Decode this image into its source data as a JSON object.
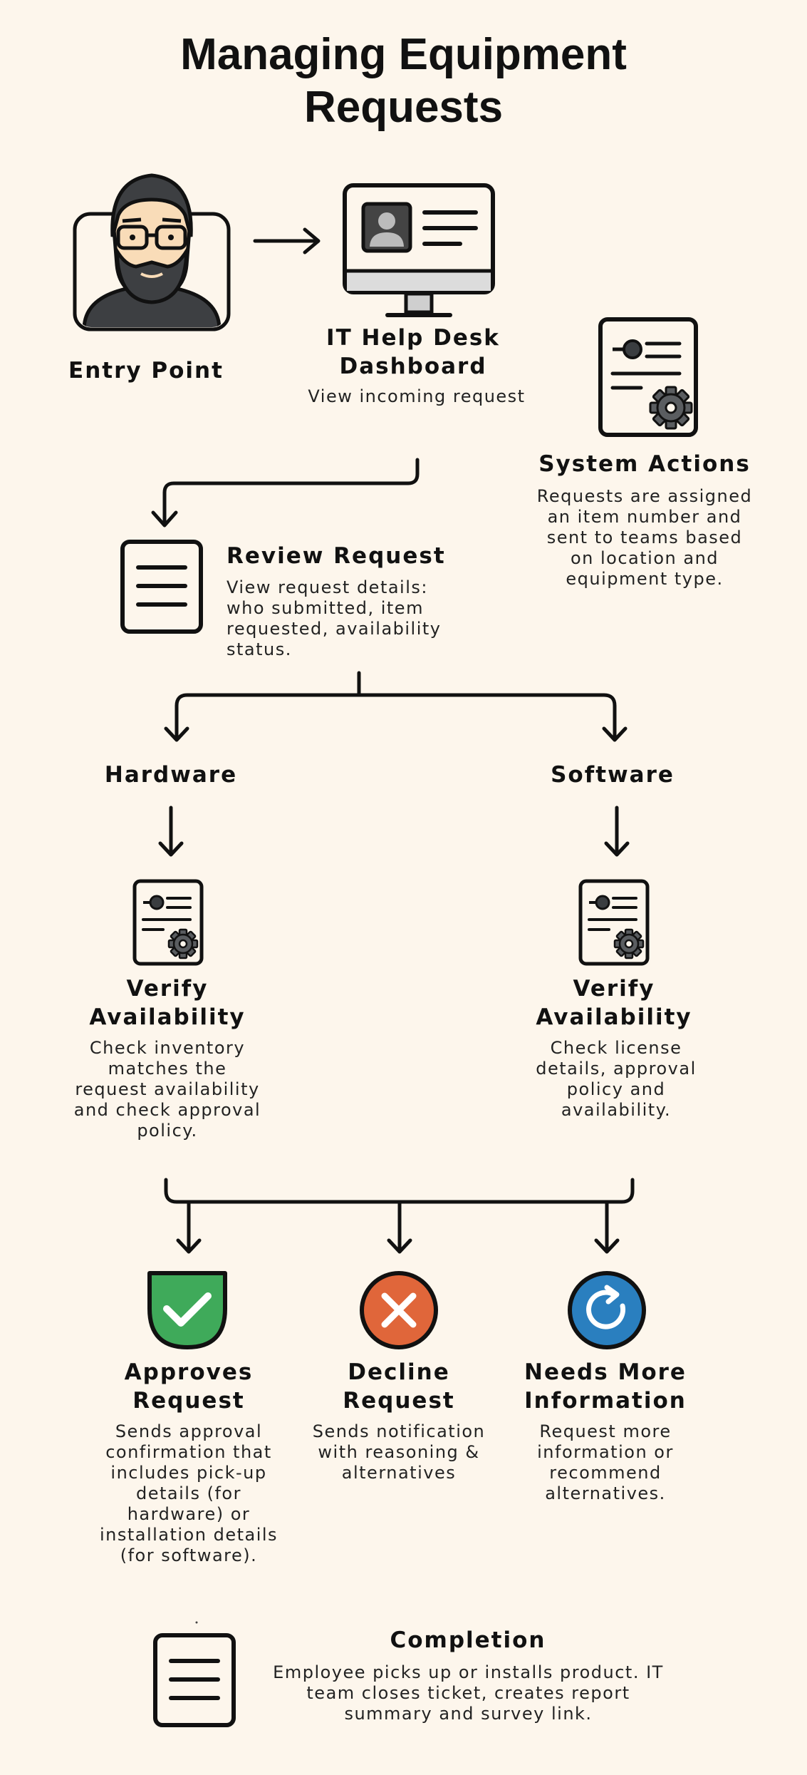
{
  "title": [
    "Managing Equipment",
    "Requests"
  ],
  "entry": {
    "label": "Entry Point"
  },
  "dashboard": {
    "title": [
      "IT Help Desk",
      "Dashboard"
    ],
    "desc": "View incoming request"
  },
  "system": {
    "title": "System Actions",
    "desc": [
      "Requests are assigned",
      "an item number and",
      "sent to teams based",
      "on location and",
      "equipment type."
    ]
  },
  "review": {
    "title": "Review Request",
    "desc": [
      "View request details:",
      "who submitted, item",
      "requested, availability",
      "status."
    ]
  },
  "hardware": {
    "label": "Hardware",
    "title": [
      "Verify",
      "Availability"
    ],
    "desc": [
      "Check inventory",
      "matches the",
      "request availability",
      "and check approval",
      "policy."
    ]
  },
  "software": {
    "label": "Software",
    "title": [
      "Verify",
      "Availability"
    ],
    "desc": [
      "Check license",
      "details, approval",
      "policy and",
      "availability."
    ]
  },
  "approve": {
    "title": [
      "Approves",
      "Request"
    ],
    "desc": [
      "Sends approval",
      "confirmation that",
      "includes pick-up",
      "details (for",
      "hardware) or",
      "installation details",
      "(for software)."
    ],
    "color": "#3faa5a"
  },
  "decline": {
    "title": [
      "Decline",
      "Request"
    ],
    "desc": [
      "Sends notification",
      "with reasoning &",
      "alternatives"
    ],
    "color": "#e0663a"
  },
  "needs": {
    "title": [
      "Needs More",
      "Information"
    ],
    "desc": [
      "Request more",
      "information or",
      "recommend",
      "alternatives."
    ],
    "color": "#2a7fbf"
  },
  "completion": {
    "title": "Completion",
    "desc": [
      "Employee picks up or installs product. IT",
      "team closes ticket, creates report",
      "summary and survey link."
    ]
  }
}
